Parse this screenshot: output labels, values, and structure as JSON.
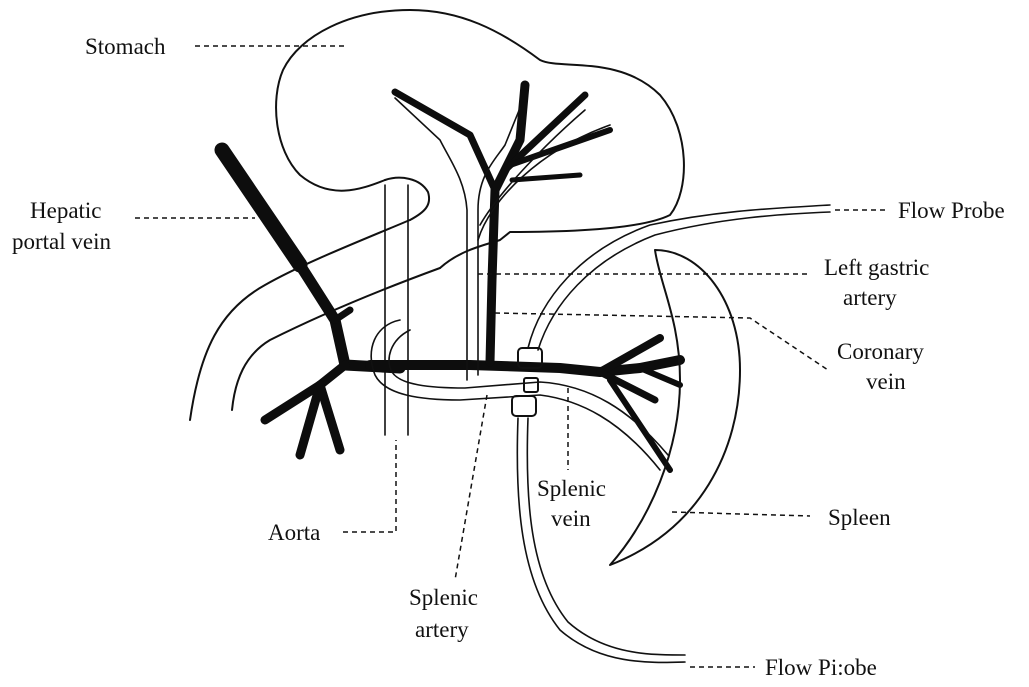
{
  "labels": {
    "stomach": "Stomach",
    "hepatic_1": "Hepatic",
    "hepatic_2": "portal vein",
    "flow_probe_top": "Flow Probe",
    "left_gastric_1": "Left gastric",
    "left_gastric_2": "artery",
    "coronary_1": "Coronary",
    "coronary_2": "vein",
    "splenic_vein_1": "Splenic",
    "splenic_vein_2": "vein",
    "spleen": "Spleen",
    "aorta": "Aorta",
    "splenic_artery_1": "Splenic",
    "splenic_artery_2": "artery",
    "flow_probe_bottom": "Flow Pi:obe"
  }
}
